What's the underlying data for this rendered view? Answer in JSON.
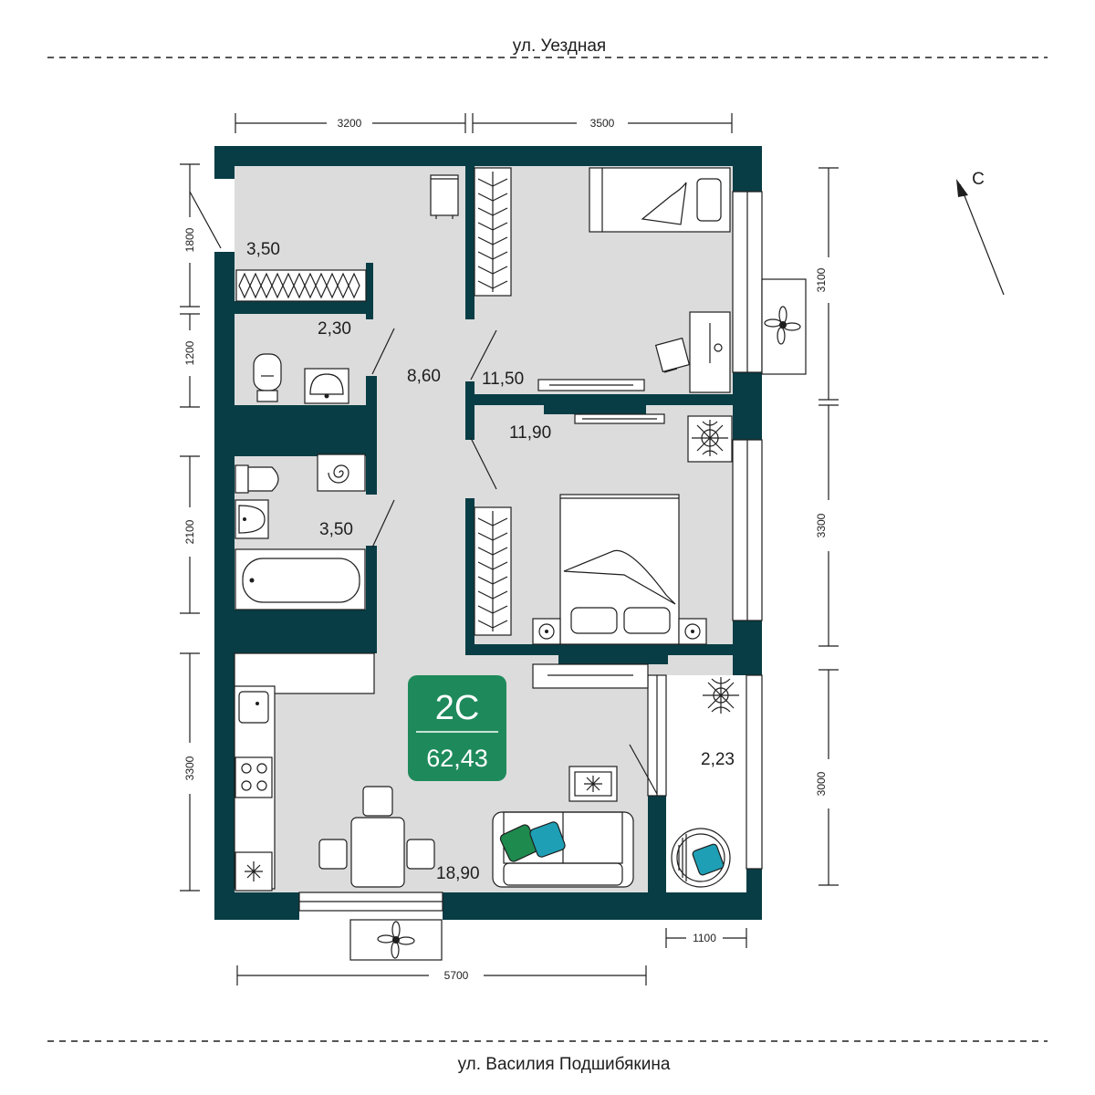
{
  "streets": {
    "top": "ул. Уездная",
    "bottom": "ул. Василия Подшибякина"
  },
  "compass": {
    "label": "С"
  },
  "dimensions": {
    "top_left": "3200",
    "top_right": "3500",
    "left_1": "1800",
    "left_2": "1200",
    "left_3": "2100",
    "left_4": "3300",
    "right_1": "3100",
    "right_2": "3300",
    "right_3": "3000",
    "bottom_main": "5700",
    "bottom_balcony": "1100"
  },
  "rooms": {
    "hall": "3,50",
    "wc": "2,30",
    "corridor": "8,60",
    "bedroom_1": "11,50",
    "bedroom_2": "11,90",
    "bathroom": "3,50",
    "balcony": "2,23",
    "living": "18,90"
  },
  "badge": {
    "type": "2С",
    "area": "62,43",
    "color": "#1e8a5b"
  },
  "colors": {
    "wall": "#083d45",
    "floor": "#dcdcdc",
    "pillow_green": "#1e8a4e",
    "pillow_teal": "#1e9fb5"
  }
}
